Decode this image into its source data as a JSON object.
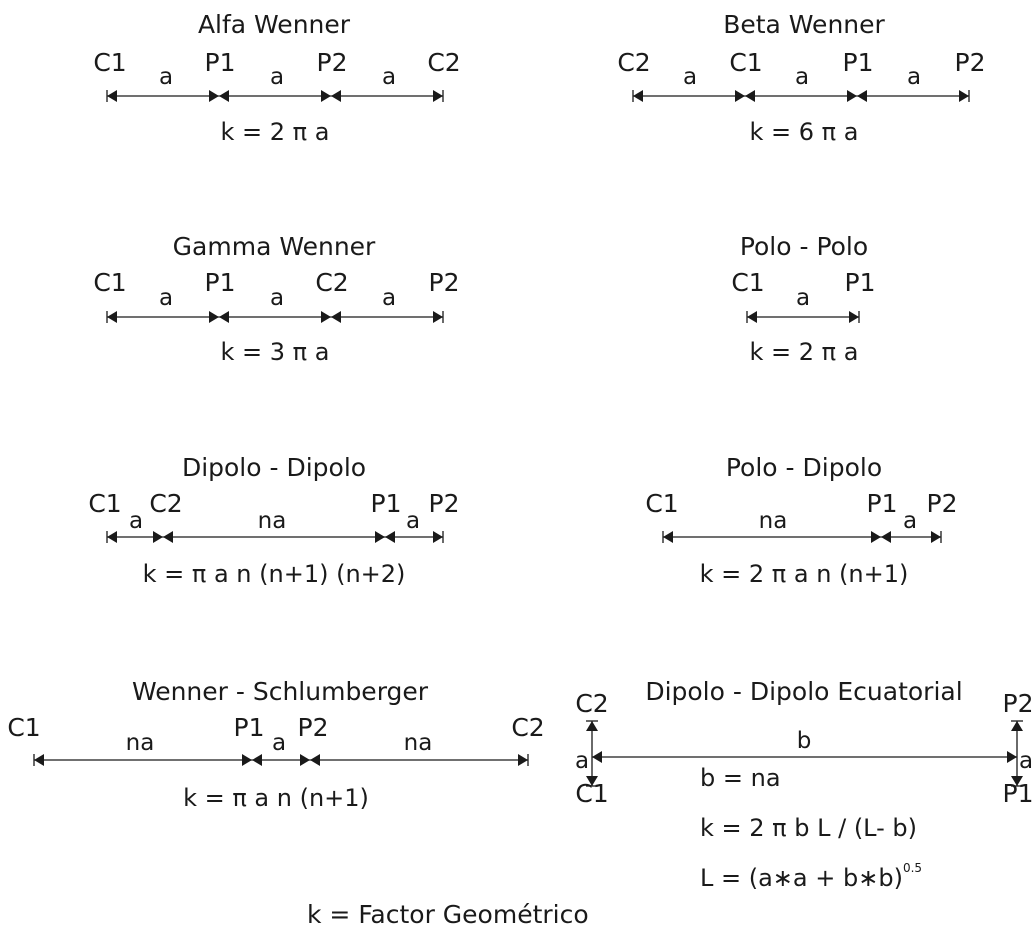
{
  "diagrams": [
    {
      "title": "Alfa Wenner",
      "electrodes": [
        "C1",
        "P1",
        "P2",
        "C2"
      ],
      "segments": [
        "a",
        "a",
        "a"
      ],
      "formula": "k = 2 π a"
    },
    {
      "title": "Beta Wenner",
      "electrodes": [
        "C2",
        "C1",
        "P1",
        "P2"
      ],
      "segments": [
        "a",
        "a",
        "a"
      ],
      "formula": "k = 6 π a"
    },
    {
      "title": "Gamma Wenner",
      "electrodes": [
        "C1",
        "P1",
        "C2",
        "P2"
      ],
      "segments": [
        "a",
        "a",
        "a"
      ],
      "formula": "k = 3 π a"
    },
    {
      "title": "Polo - Polo",
      "electrodes": [
        "C1",
        "P1"
      ],
      "segments": [
        "a"
      ],
      "formula": "k = 2 π a"
    },
    {
      "title": "Dipolo - Dipolo",
      "electrodes": [
        "C1",
        "C2",
        "P1",
        "P2"
      ],
      "segments": [
        "a",
        "na",
        "a"
      ],
      "formula": "k = π a n (n+1) (n+2)"
    },
    {
      "title": "Polo - Dipolo",
      "electrodes": [
        "C1",
        "P1",
        "P2"
      ],
      "segments": [
        "na",
        "a"
      ],
      "formula": "k = 2 π a n (n+1)"
    },
    {
      "title": "Wenner - Schlumberger",
      "electrodes": [
        "C1",
        "P1",
        "P2",
        "C2"
      ],
      "segments": [
        "na",
        "a",
        "na"
      ],
      "formula": "k = π a n (n+1)"
    }
  ],
  "equatorial": {
    "title": "Dipolo - Dipolo Ecuatorial",
    "left_top": "C2",
    "left_bottom": "C1",
    "left_seg": "a",
    "right_top": "P2",
    "right_bottom": "P1",
    "right_seg": "a",
    "span": "b",
    "formulas": [
      "b = na",
      "k = 2 π b L / (L- b)",
      "L = (a∗a + b∗b)"
    ],
    "exponent": "0.5"
  },
  "footnote": "k = Factor Geométrico"
}
